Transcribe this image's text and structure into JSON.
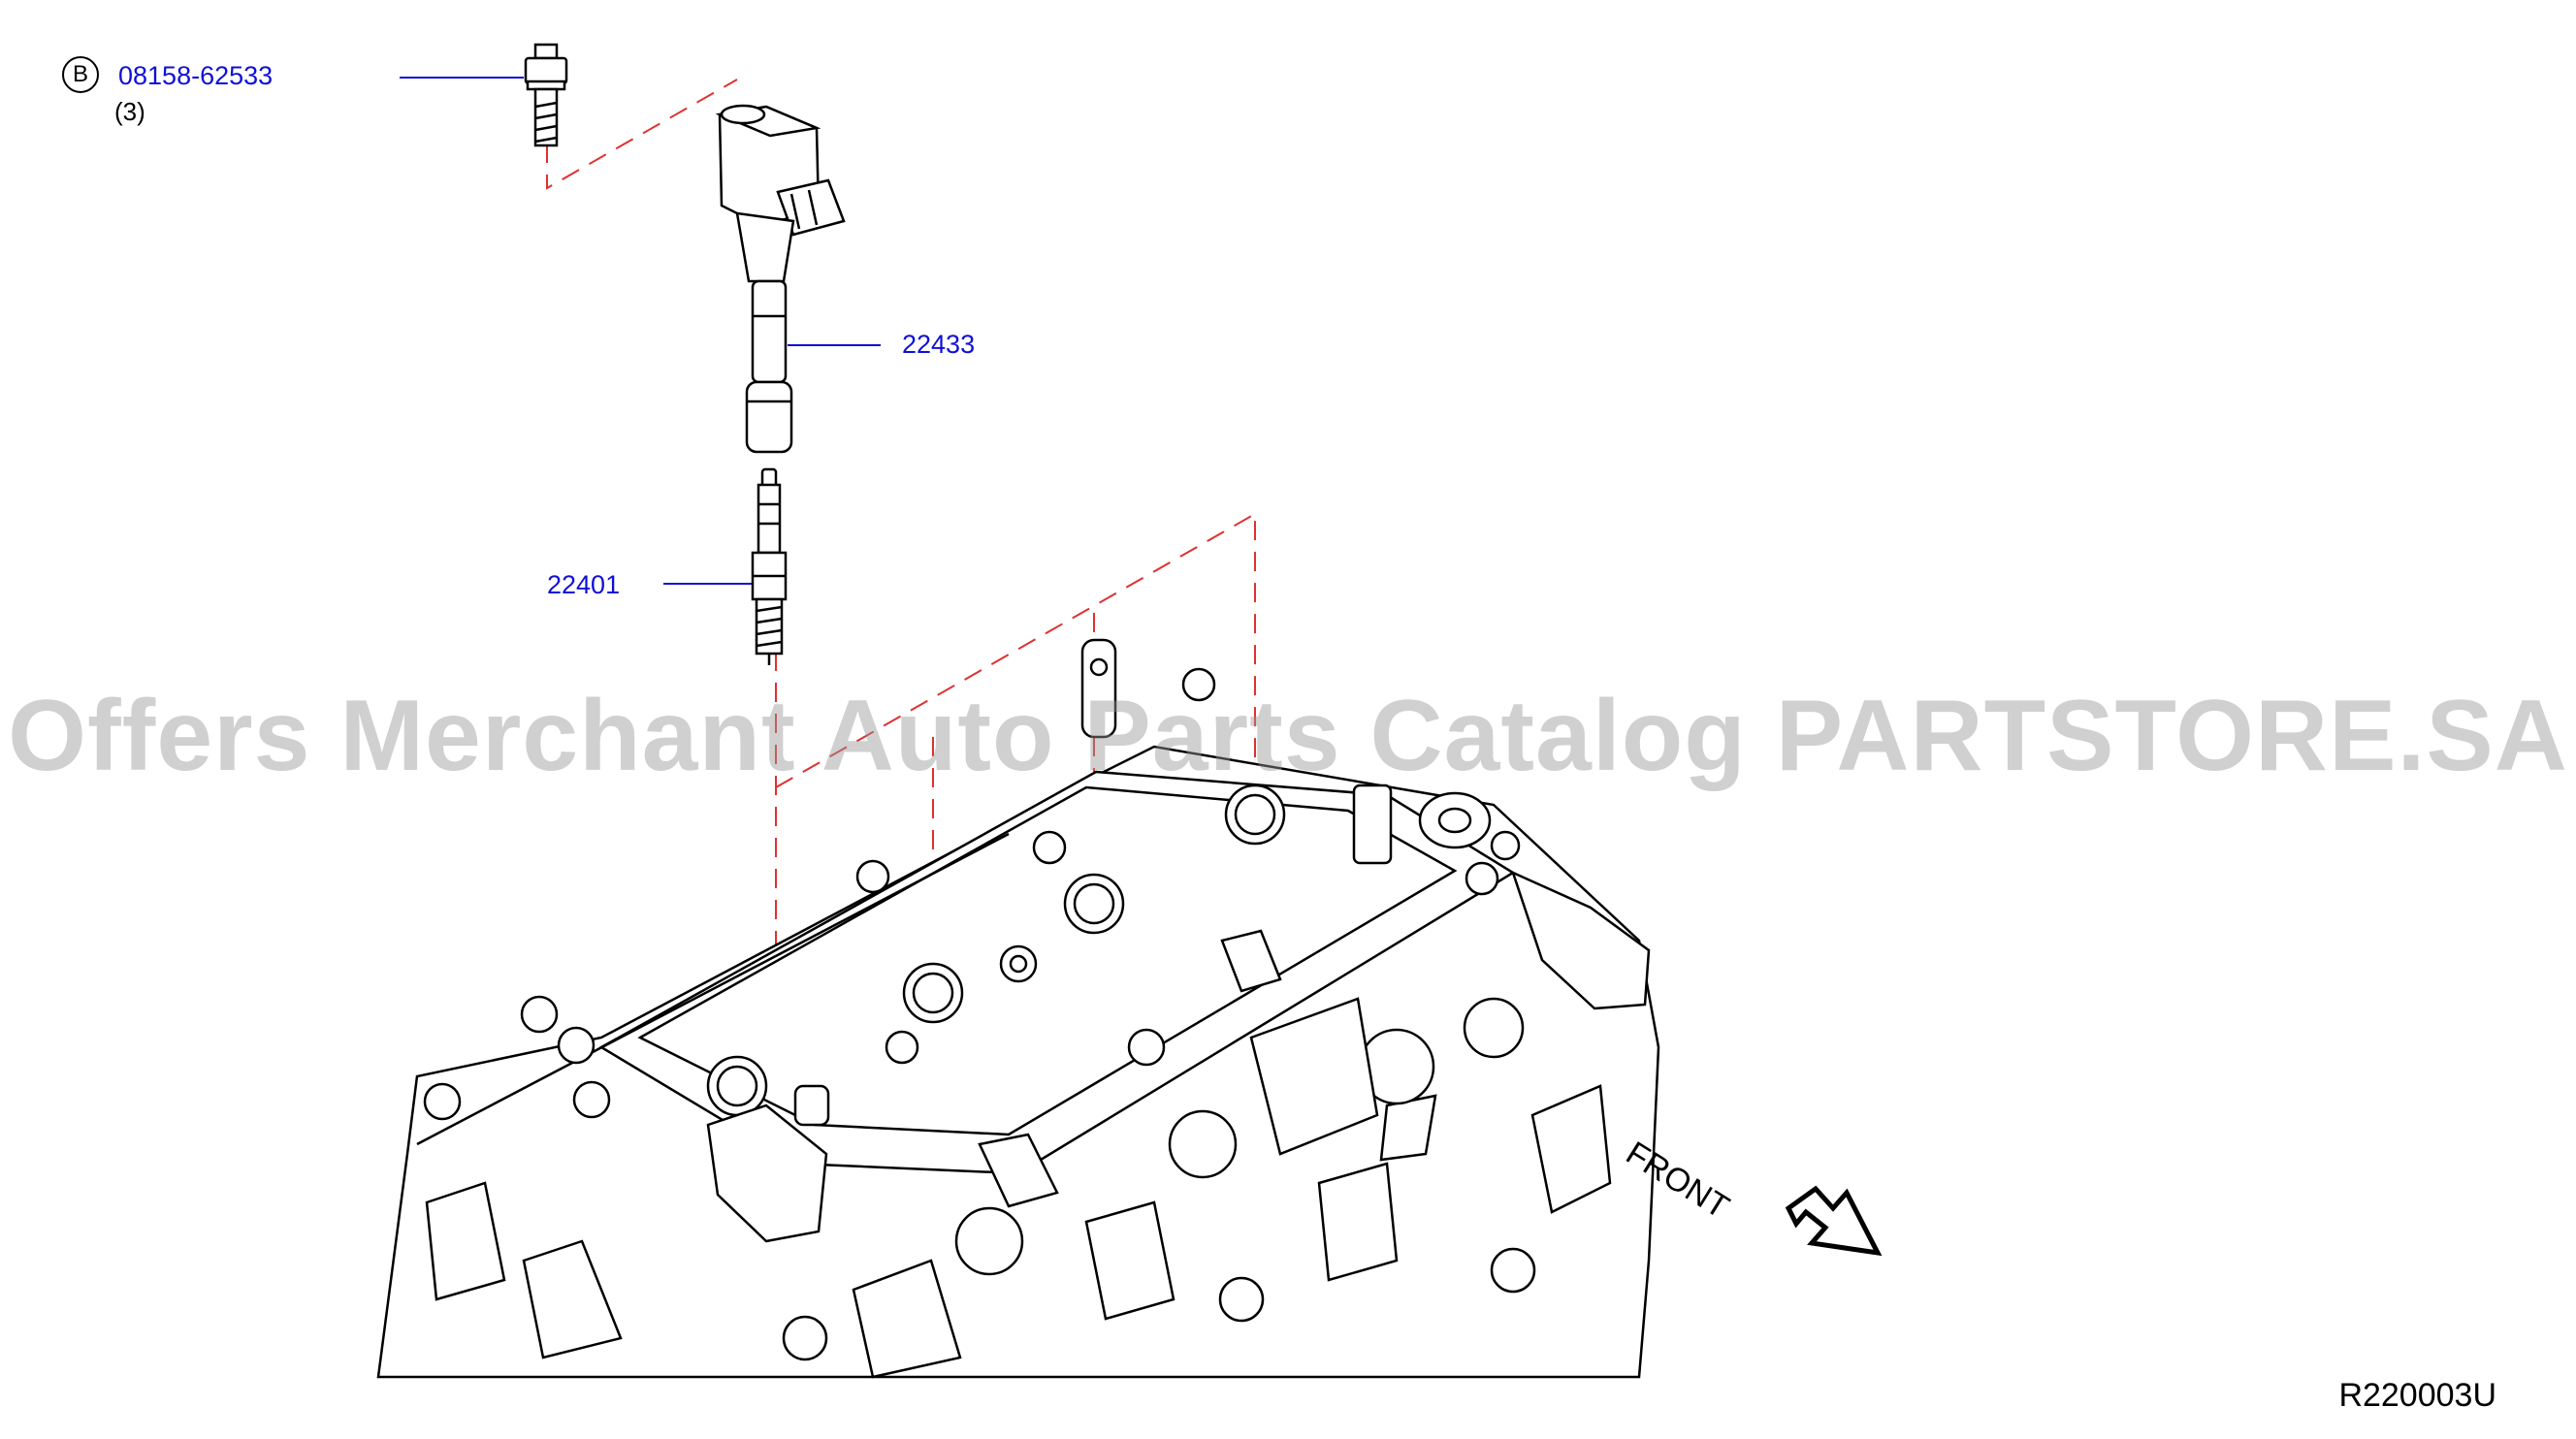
{
  "parts": {
    "bolt": {
      "badge": "B",
      "number": "08158-62533",
      "qty": "(3)"
    },
    "ignition_coil": {
      "number": "22433"
    },
    "spark_plug": {
      "number": "22401"
    }
  },
  "watermark": "Offers Merchant Auto Parts Catalog PARTSTORE.SA",
  "front_label": "FRONT",
  "diagram_code": "R220003U",
  "colors": {
    "link": "#1010d8",
    "dashed_line": "#e03030",
    "drawing": "#000000"
  }
}
